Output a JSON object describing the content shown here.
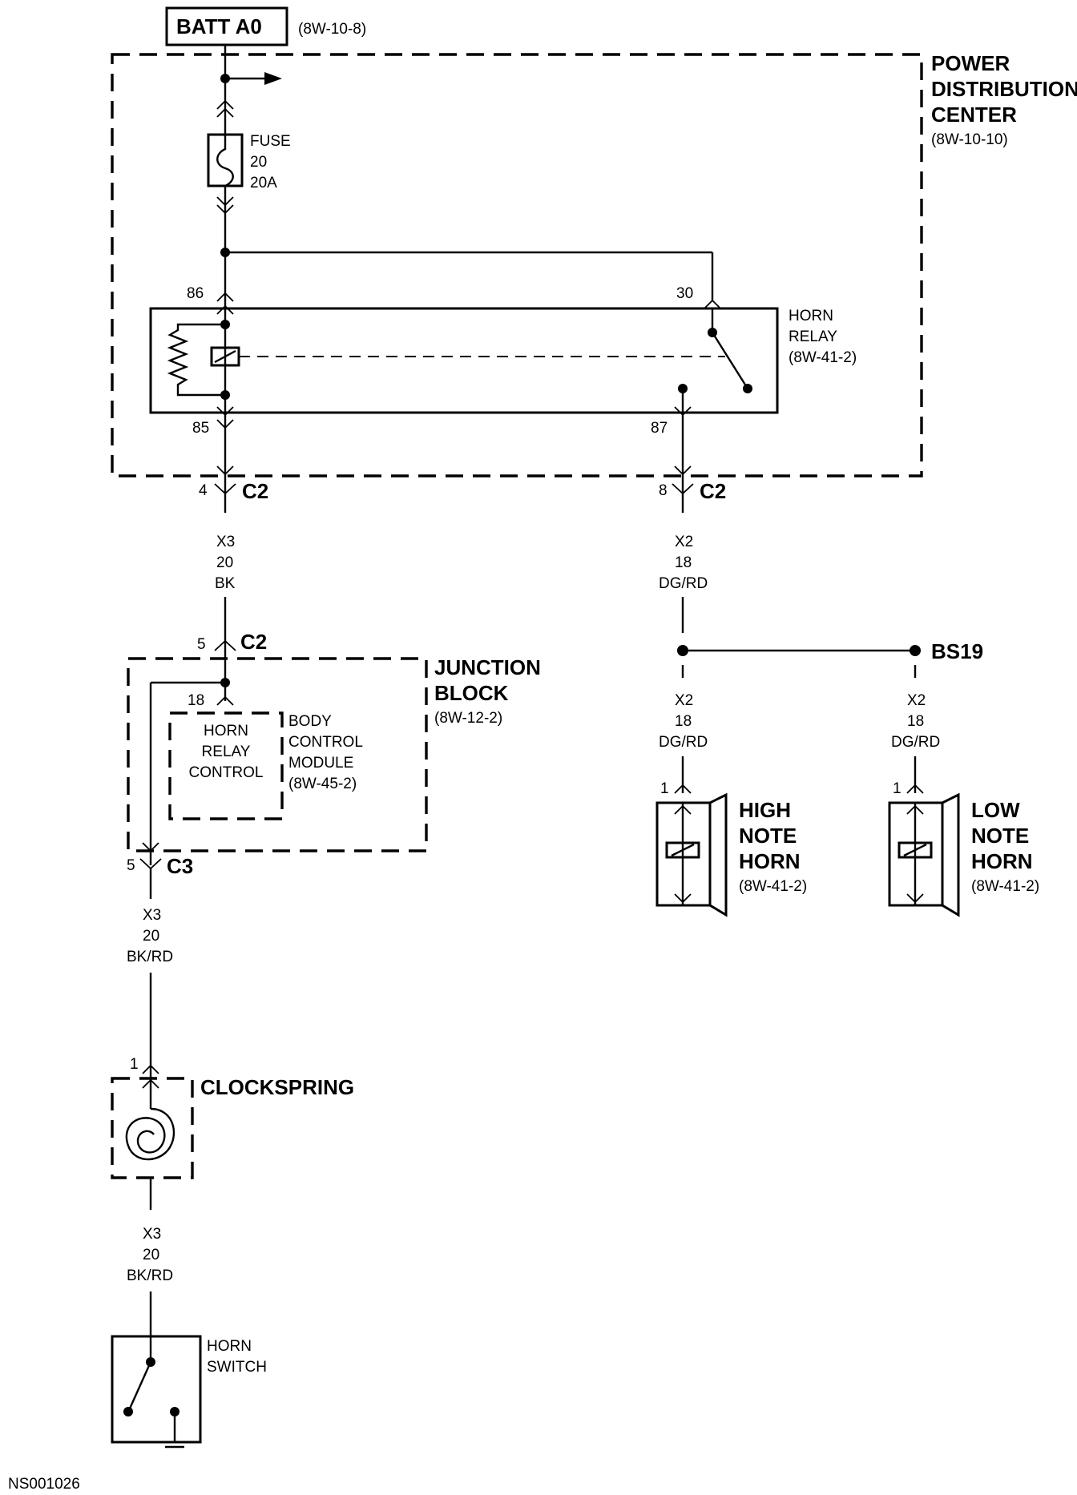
{
  "battery": {
    "label": "BATT A0",
    "ref": "(8W-10-8)"
  },
  "pdc": {
    "line1": "POWER",
    "line2": "DISTRIBUTION",
    "line3": "CENTER",
    "ref": "(8W-10-10)"
  },
  "fuse": {
    "l1": "FUSE",
    "l2": "20",
    "l3": "20A"
  },
  "horn_relay": {
    "l1": "HORN",
    "l2": "RELAY",
    "ref": "(8W-41-2)",
    "pin86": "86",
    "pin30": "30",
    "pin85": "85",
    "pin87": "87"
  },
  "pdc_connectors": {
    "left": {
      "pin": "4",
      "name": "C2"
    },
    "right": {
      "pin": "8",
      "name": "C2"
    }
  },
  "wire_left_1": {
    "circuit": "X3",
    "gauge": "20",
    "color": "BK"
  },
  "wire_right_1": {
    "circuit": "X2",
    "gauge": "18",
    "color": "DG/RD"
  },
  "junction_block": {
    "l1": "JUNCTION",
    "l2": "BLOCK",
    "ref": "(8W-12-2)",
    "top_pin": "5",
    "top_conn": "C2",
    "bottom_pin": "5",
    "bottom_conn": "C3",
    "inner_pin": "18"
  },
  "bcm": {
    "inner_l1": "HORN",
    "inner_l2": "RELAY",
    "inner_l3": "CONTROL",
    "l1": "BODY",
    "l2": "CONTROL",
    "l3": "MODULE",
    "ref": "(8W-45-2)"
  },
  "splice": {
    "label": "BS19"
  },
  "wire_high": {
    "circuit": "X2",
    "gauge": "18",
    "color": "DG/RD"
  },
  "wire_low": {
    "circuit": "X2",
    "gauge": "18",
    "color": "DG/RD"
  },
  "high_horn": {
    "pin": "1",
    "l1": "HIGH",
    "l2": "NOTE",
    "l3": "HORN",
    "ref": "(8W-41-2)"
  },
  "low_horn": {
    "pin": "1",
    "l1": "LOW",
    "l2": "NOTE",
    "l3": "HORN",
    "ref": "(8W-41-2)"
  },
  "wire_left_2": {
    "circuit": "X3",
    "gauge": "20",
    "color": "BK/RD"
  },
  "clockspring": {
    "label": "CLOCKSPRING",
    "pin": "1"
  },
  "wire_left_3": {
    "circuit": "X3",
    "gauge": "20",
    "color": "BK/RD"
  },
  "horn_switch": {
    "l1": "HORN",
    "l2": "SWITCH"
  },
  "figure_id": "NS001026"
}
